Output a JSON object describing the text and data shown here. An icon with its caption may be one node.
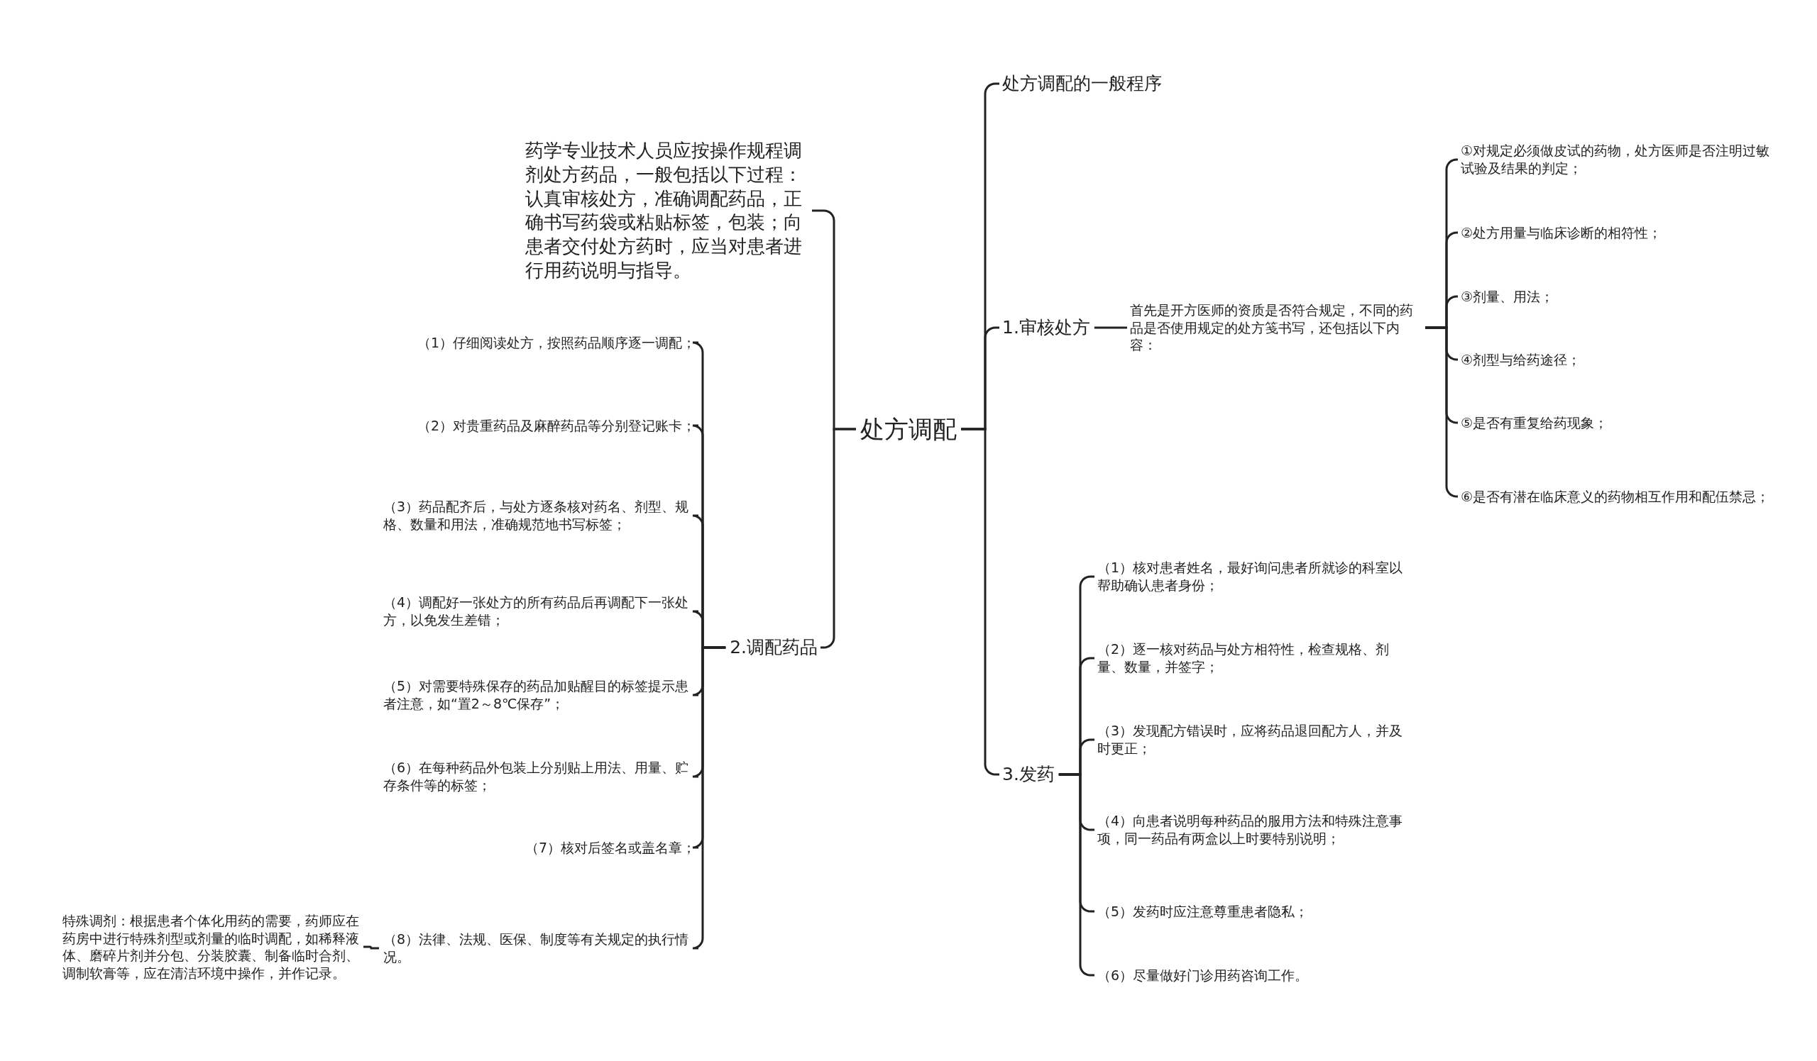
{
  "diagram": {
    "nodes": [
      {
        "text": [
          "处方调配"
        ]
      },
      {
        "text": [
          "处方调配的一般程序"
        ]
      },
      {
        "text": [
          "1.审核处方"
        ]
      },
      {
        "text": [
          "首先是开方医师的资质是否符合规定，不同的药品是否使用规定的处方笺书写，还包括以下内容："
        ]
      },
      {
        "text": [
          "①对规定必须做皮试的药物，处方医师是否注明过敏试验及结果的判定；"
        ]
      },
      {
        "text": [
          "②处方用量与临床诊断的相符性；"
        ]
      },
      {
        "text": [
          "③剂量、用法；"
        ]
      },
      {
        "text": [
          "④剂型与给药途径；"
        ]
      },
      {
        "text": [
          "⑤是否有重复给药现象；"
        ]
      },
      {
        "text": [
          "⑥是否有潜在临床意义的药物相互作用和配伍禁忌；"
        ]
      },
      {
        "text": [
          "3.发药"
        ]
      },
      {
        "text": [
          "（1）核对患者姓名，最好询问患者所就诊的科室以帮助确认患者身份；"
        ]
      },
      {
        "text": [
          "（2）逐一核对药品与处方相符性，检查规格、剂量、数量，并签字；"
        ]
      },
      {
        "text": [
          "（3）发现配方错误时，应将药品退回配方人，并及时更正；"
        ]
      },
      {
        "text": [
          "（4）向患者说明每种药品的服用方法和特殊注意事项，同一药品有两盒以上时要特别说明；"
        ]
      },
      {
        "text": [
          "（5）发药时应注意尊重患者隐私；"
        ]
      },
      {
        "text": [
          "（6）尽量做好门诊用药咨询工作。"
        ]
      },
      {
        "text": [
          "药学专业技术人员应按操作规程调剂处方药品，一般包括以下过程：认真审核处方，准确调配药品，正确书写药袋或粘贴标签，包装；向患者交付处方药时，应当对患者进行用药说明与指导。"
        ]
      },
      {
        "text": [
          "2.调配药品"
        ]
      },
      {
        "text": [
          "（1）仔细阅读处方，按照药品顺序逐一调配；"
        ]
      },
      {
        "text": [
          "（2）对贵重药品及麻醉药品等分别登记账卡；"
        ]
      },
      {
        "text": [
          "（3）药品配齐后，与处方逐条核对药名、剂型、规格、数量和用法，准确规范地书写标签；"
        ]
      },
      {
        "text": [
          "（4）调配好一张处方的所有药品后再调配下一张处方，以免发生差错；"
        ]
      },
      {
        "text": [
          "（5）对需要特殊保存的药品加贴醒目的标签提示患者注意，如“置2～8℃保存”；"
        ]
      },
      {
        "text": [
          "（6）在每种药品外包装上分别贴上用法、用量、贮存条件等的标签；"
        ]
      },
      {
        "text": [
          "（7）核对后签名或盖名章；"
        ]
      },
      {
        "text": [
          "（8）法律、法规、医保、制度等有关规定的执行情况。"
        ]
      },
      {
        "text": [
          "特殊调剂：根据患者个体化用药的需要，药师应在药房中进行特殊剂型或剂量的临时调配，如稀释液体、磨碎片剂并分包、分装胶囊、制备临时合剂、调制软膏等，应在清洁环境中操作，并作记录。"
        ]
      }
    ],
    "edges": [
      {
        "from": 0,
        "to": 1,
        "arrow": "none"
      },
      {
        "from": 0,
        "to": 2,
        "arrow": "none"
      },
      {
        "from": 2,
        "to": 3,
        "arrow": "none"
      },
      {
        "from": 3,
        "to": 4,
        "arrow": "none"
      },
      {
        "from": 3,
        "to": 5,
        "arrow": "none"
      },
      {
        "from": 3,
        "to": 6,
        "arrow": "none"
      },
      {
        "from": 3,
        "to": 7,
        "arrow": "none"
      },
      {
        "from": 3,
        "to": 8,
        "arrow": "none"
      },
      {
        "from": 3,
        "to": 9,
        "arrow": "none"
      },
      {
        "from": 0,
        "to": 10,
        "arrow": "none"
      },
      {
        "from": 10,
        "to": 11,
        "arrow": "none"
      },
      {
        "from": 10,
        "to": 12,
        "arrow": "none"
      },
      {
        "from": 10,
        "to": 13,
        "arrow": "none"
      },
      {
        "from": 10,
        "to": 14,
        "arrow": "none"
      },
      {
        "from": 10,
        "to": 15,
        "arrow": "none"
      },
      {
        "from": 10,
        "to": 16,
        "arrow": "none"
      },
      {
        "from": 0,
        "to": 17,
        "arrow": "none"
      },
      {
        "from": 0,
        "to": 18,
        "arrow": "none"
      },
      {
        "from": 18,
        "to": 19,
        "arrow": "none"
      },
      {
        "from": 18,
        "to": 20,
        "arrow": "none"
      },
      {
        "from": 18,
        "to": 21,
        "arrow": "none"
      },
      {
        "from": 18,
        "to": 22,
        "arrow": "none"
      },
      {
        "from": 18,
        "to": 23,
        "arrow": "none"
      },
      {
        "from": 18,
        "to": 24,
        "arrow": "none"
      },
      {
        "from": 18,
        "to": 25,
        "arrow": "none"
      },
      {
        "from": 18,
        "to": 26,
        "arrow": "none"
      },
      {
        "from": 26,
        "to": 27,
        "arrow": "none"
      }
    ]
  }
}
